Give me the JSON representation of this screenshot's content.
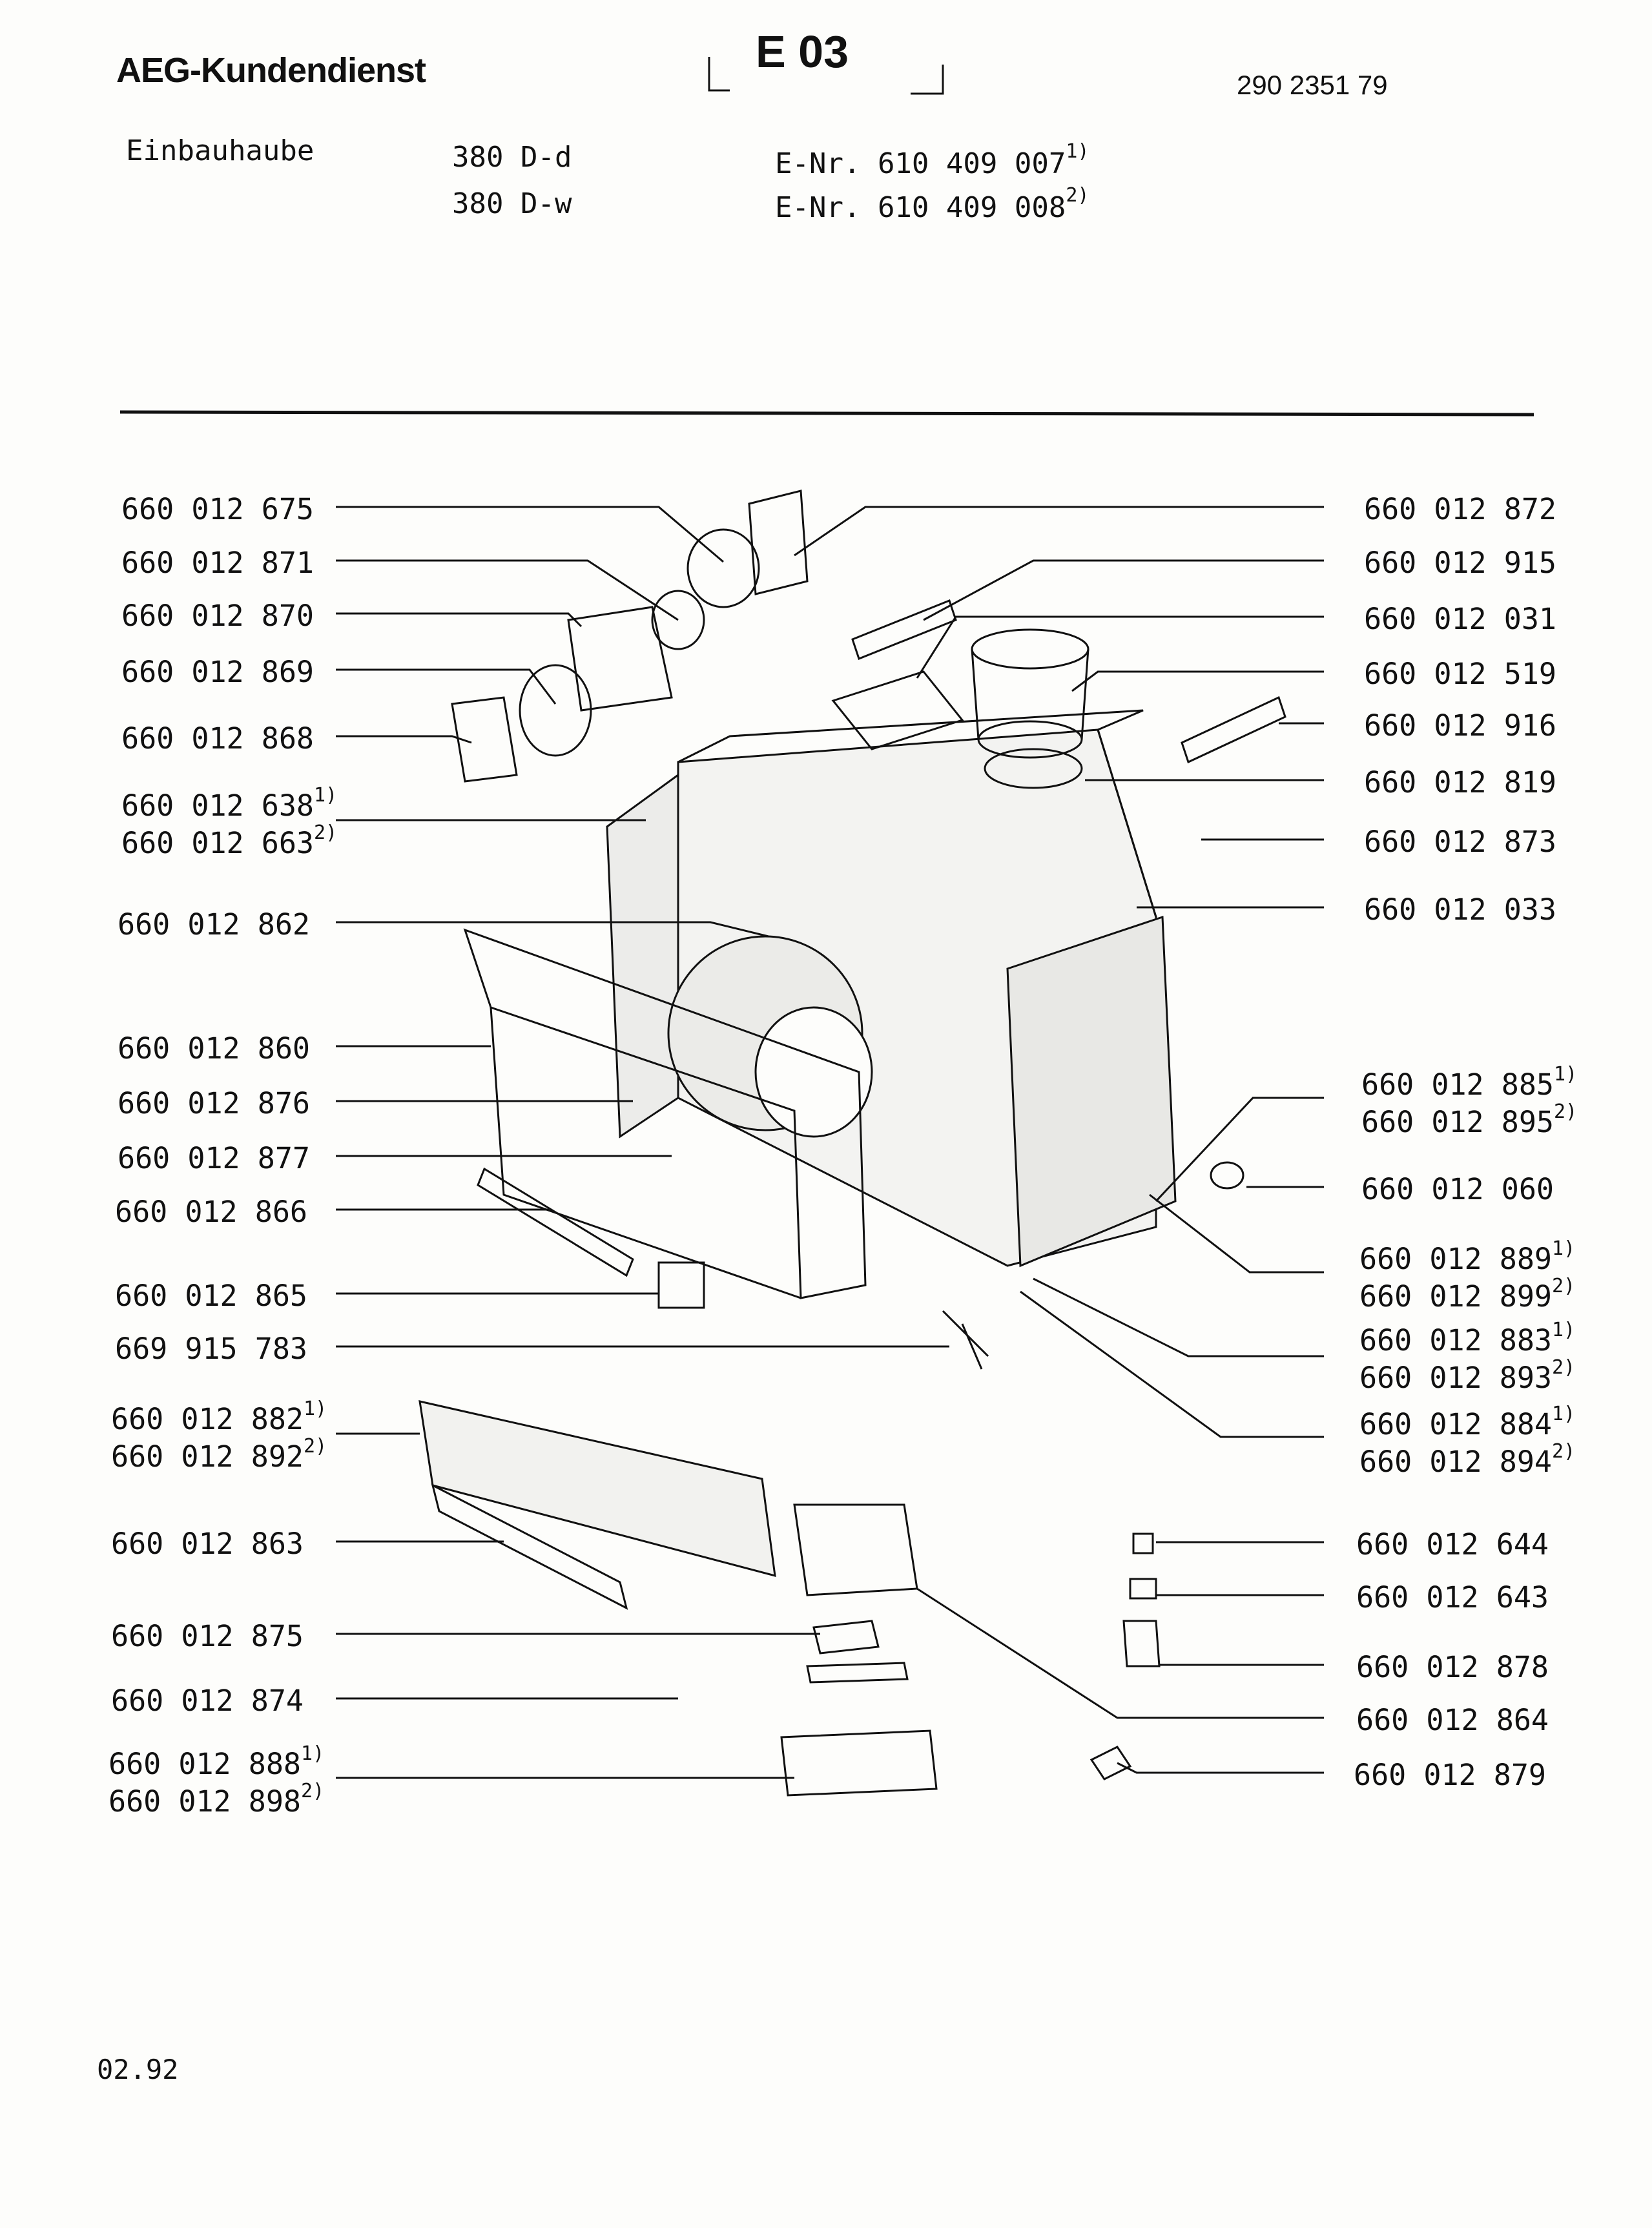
{
  "header": {
    "brand": "AEG-Kundendienst",
    "section_code": "E 03",
    "document_number": "290 2351 79"
  },
  "product": {
    "name": "Einbauhaube",
    "models": [
      {
        "model": "380 D-d",
        "enr": "E-Nr. 610 409 007",
        "note": "1)"
      },
      {
        "model": "380 D-w",
        "enr": "E-Nr. 610 409 008",
        "note": "2)"
      }
    ]
  },
  "parts_left": [
    {
      "number": "660 012 675"
    },
    {
      "number": "660 012 871"
    },
    {
      "number": "660 012 870"
    },
    {
      "number": "660 012 869"
    },
    {
      "number": "660 012 868"
    },
    {
      "number": "660 012 638",
      "note": "1)",
      "number2": "660 012 663",
      "note2": "2)"
    },
    {
      "number": "660 012 862"
    },
    {
      "number": "660 012 860"
    },
    {
      "number": "660 012 876"
    },
    {
      "number": "660 012 877"
    },
    {
      "number": "660 012 866"
    },
    {
      "number": "660 012 865"
    },
    {
      "number": "669 915 783"
    },
    {
      "number": "660 012 882",
      "note": "1)",
      "number2": "660 012 892",
      "note2": "2)"
    },
    {
      "number": "660 012 863"
    },
    {
      "number": "660 012 875"
    },
    {
      "number": "660 012 874"
    },
    {
      "number": "660 012 888",
      "note": "1)",
      "number2": "660 012 898",
      "note2": "2)"
    }
  ],
  "parts_right": [
    {
      "number": "660 012 872"
    },
    {
      "number": "660 012 915"
    },
    {
      "number": "660 012 031"
    },
    {
      "number": "660 012 519"
    },
    {
      "number": "660 012 916"
    },
    {
      "number": "660 012 819"
    },
    {
      "number": "660 012 873"
    },
    {
      "number": "660 012 033"
    },
    {
      "number": "660 012 885",
      "note": "1)",
      "number2": "660 012 895",
      "note2": "2)"
    },
    {
      "number": "660 012 060"
    },
    {
      "number": "660 012 889",
      "note": "1)",
      "number2": "660 012 899",
      "note2": "2)"
    },
    {
      "number": "660 012 883",
      "note": "1)",
      "number2": "660 012 893",
      "note2": "2)"
    },
    {
      "number": "660 012 884",
      "note": "1)",
      "number2": "660 012 894",
      "note2": "2)"
    },
    {
      "number": "660 012 644"
    },
    {
      "number": "660 012 643"
    },
    {
      "number": "660 012 878"
    },
    {
      "number": "660 012 864"
    },
    {
      "number": "660 012 879"
    }
  ],
  "footer": {
    "date": "02.92"
  },
  "colors": {
    "ink": "#111111",
    "paper": "#fdfdfb"
  }
}
